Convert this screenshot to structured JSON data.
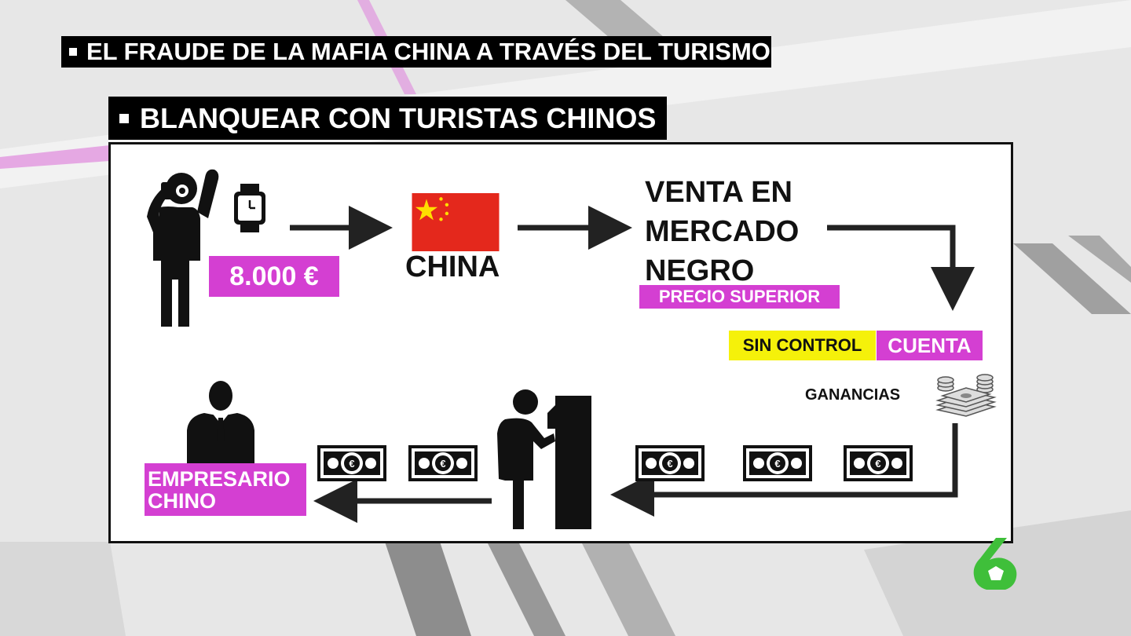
{
  "headline": {
    "main": "EL FRAUDE DE LA MAFIA CHINA A TRAVÉS DEL TURISMO",
    "sub": "BLANQUEAR CON TURISTAS CHINOS"
  },
  "diagram": {
    "price": "8.000 €",
    "country": "CHINA",
    "market_lines": [
      "VENTA EN",
      "MERCADO",
      "NEGRO"
    ],
    "higher_price": "PRECIO SUPERIOR",
    "no_control": "SIN CONTROL",
    "account": "CUENTA",
    "profits": "GANANCIAS",
    "businessman_lines": [
      "EMPRESARIO",
      "CHINO"
    ]
  },
  "icons": [
    "tourist-camera-icon",
    "watch-icon",
    "china-flag-icon",
    "money-stack-icon",
    "banknote-euro-icon",
    "atm-person-icon",
    "businessman-icon",
    "channel-6-logo"
  ],
  "colors": {
    "magenta": "#d43fd2",
    "yellow": "#f5f10a",
    "flag_red": "#e4281c",
    "flag_star": "#ffde00",
    "logo_green": "#3fbf3a"
  }
}
